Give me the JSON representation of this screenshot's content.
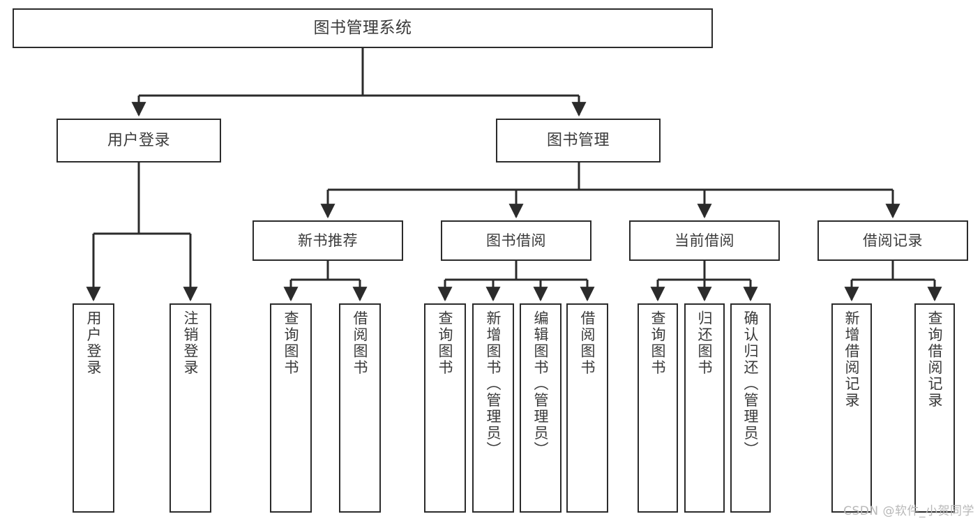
{
  "diagram": {
    "title": "图书管理系统",
    "type": "tree",
    "watermark": "CSDN @软件_小贺同学",
    "colors": {
      "box_border": "#2b2b2b",
      "box_fill": "#ffffff",
      "edge": "#2b2b2b",
      "text": "#3a3a3a",
      "watermark": "#b8b8b8",
      "background": "#ffffff"
    },
    "levels": {
      "root": {
        "label": "图书管理系统"
      },
      "level2": [
        {
          "id": "user-login",
          "label": "用户登录"
        },
        {
          "id": "book-manage",
          "label": "图书管理"
        }
      ],
      "level3": [
        {
          "id": "new-book-recommend",
          "label": "新书推荐"
        },
        {
          "id": "book-borrow",
          "label": "图书借阅"
        },
        {
          "id": "current-borrow",
          "label": "当前借阅"
        },
        {
          "id": "borrow-record",
          "label": "借阅记录"
        }
      ],
      "leaves": [
        {
          "id": "leaf-user-login",
          "label": "用户登录",
          "parent": "user-login"
        },
        {
          "id": "leaf-user-logout",
          "label": "注销登录",
          "parent": "user-login"
        },
        {
          "id": "leaf-query-book-1",
          "label": "查询图书",
          "parent": "new-book-recommend"
        },
        {
          "id": "leaf-borrow-book-1",
          "label": "借阅图书",
          "parent": "new-book-recommend"
        },
        {
          "id": "leaf-query-book-2",
          "label": "查询图书",
          "parent": "book-borrow"
        },
        {
          "id": "leaf-add-book",
          "label": "新增图书（管理员）",
          "parent": "book-borrow"
        },
        {
          "id": "leaf-edit-book",
          "label": "编辑图书（管理员）",
          "parent": "book-borrow"
        },
        {
          "id": "leaf-borrow-book-2",
          "label": "借阅图书",
          "parent": "book-borrow"
        },
        {
          "id": "leaf-query-book-3",
          "label": "查询图书",
          "parent": "current-borrow"
        },
        {
          "id": "leaf-return-book",
          "label": "归还图书",
          "parent": "current-borrow"
        },
        {
          "id": "leaf-confirm-return",
          "label": "确认归还（管理员）",
          "parent": "current-borrow"
        },
        {
          "id": "leaf-add-record",
          "label": "新增借阅记录",
          "parent": "borrow-record"
        },
        {
          "id": "leaf-query-record",
          "label": "查询借阅记录",
          "parent": "borrow-record"
        }
      ]
    }
  }
}
